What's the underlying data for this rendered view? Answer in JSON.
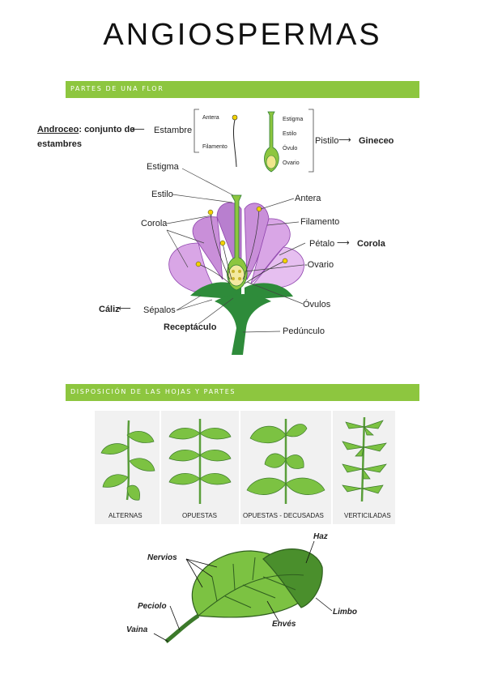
{
  "title": "ANGIOSPERMAS",
  "section1": {
    "heading": "PARTES DE UNA FLOR",
    "androceo_term": "Androceo",
    "androceo_rest": ": conjunto de",
    "androceo_rest2": "estambres",
    "estambre": "Estambre",
    "antera_small": "Antera",
    "filamento_small": "Filamento",
    "estigma_small": "Estigma",
    "estilo_small": "Estilo",
    "ovulo_small": "Óvulo",
    "ovario_small": "Ovario",
    "pistilo": "Pistilo",
    "gineceo": "Gineceo",
    "estigma": "Estigma",
    "estilo": "Estilo",
    "corola_left": "Corola",
    "antera": "Antera",
    "filamento": "Filamento",
    "petalo": "Pétalo",
    "corola_right": "Corola",
    "ovario": "-Ovario",
    "caliz": "Cáliz",
    "sepalos": "Sépalos",
    "ovulos": "Óvulos",
    "receptaculo": "Receptáculo",
    "pedunculo": "Pedúnculo"
  },
  "section2": {
    "heading": "DISPOSICIÓN DE LAS HOJAS Y PARTES",
    "types": [
      "ALTERNAS",
      "OPUESTAS",
      "OPUESTAS - DECUSADAS",
      "VERTICILADAS"
    ],
    "nervios": "Nervios",
    "haz": "Haz",
    "peciolo": "Peciolo",
    "vaina": "Vaina",
    "enves": "Envés",
    "limbo": "Limbo"
  },
  "colors": {
    "bar": "#8dc63f",
    "petal": "#c98fd9",
    "stem": "#2e8b3a",
    "leaf": "#7cc242"
  }
}
